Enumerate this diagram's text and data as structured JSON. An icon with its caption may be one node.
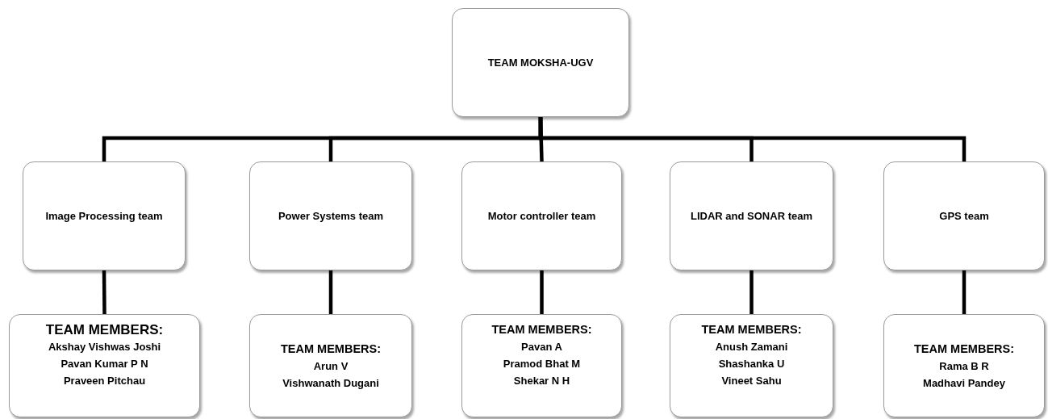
{
  "diagram": {
    "nodes": [
      {
        "text": [
          "TEAM MOKSHA-UGV"
        ]
      },
      {
        "text": [
          "Image Processing team"
        ]
      },
      {
        "text": [
          "Power Systems team"
        ]
      },
      {
        "text": [
          "Motor controller team"
        ]
      },
      {
        "text": [
          "LIDAR and SONAR team"
        ]
      },
      {
        "text": [
          "GPS team"
        ]
      },
      {
        "text": [
          "TEAM MEMBERS:",
          "Akshay Vishwas Joshi",
          "Pavan Kumar P N",
          "Praveen Pitchau"
        ]
      },
      {
        "text": [
          "TEAM MEMBERS:",
          "Arun V",
          "Vishwanath Dugani"
        ]
      },
      {
        "text": [
          "TEAM MEMBERS:",
          "Pavan A",
          "Pramod Bhat M",
          "Shekar N H"
        ]
      },
      {
        "text": [
          "TEAM MEMBERS:",
          "Anush Zamani",
          "Shashanka U",
          "Vineet Sahu"
        ]
      },
      {
        "text": [
          "TEAM MEMBERS:",
          "Rama B R",
          "Madhavi Pandey"
        ]
      }
    ],
    "edges": [
      {
        "from": 0,
        "to": 1,
        "arrow": "none"
      },
      {
        "from": 0,
        "to": 2,
        "arrow": "none"
      },
      {
        "from": 0,
        "to": 3,
        "arrow": "none"
      },
      {
        "from": 0,
        "to": 4,
        "arrow": "none"
      },
      {
        "from": 0,
        "to": 5,
        "arrow": "none"
      },
      {
        "from": 1,
        "to": 6,
        "arrow": "none"
      },
      {
        "from": 2,
        "to": 7,
        "arrow": "none"
      },
      {
        "from": 3,
        "to": 8,
        "arrow": "none"
      },
      {
        "from": 4,
        "to": 9,
        "arrow": "none"
      },
      {
        "from": 5,
        "to": 10,
        "arrow": "none"
      }
    ]
  }
}
